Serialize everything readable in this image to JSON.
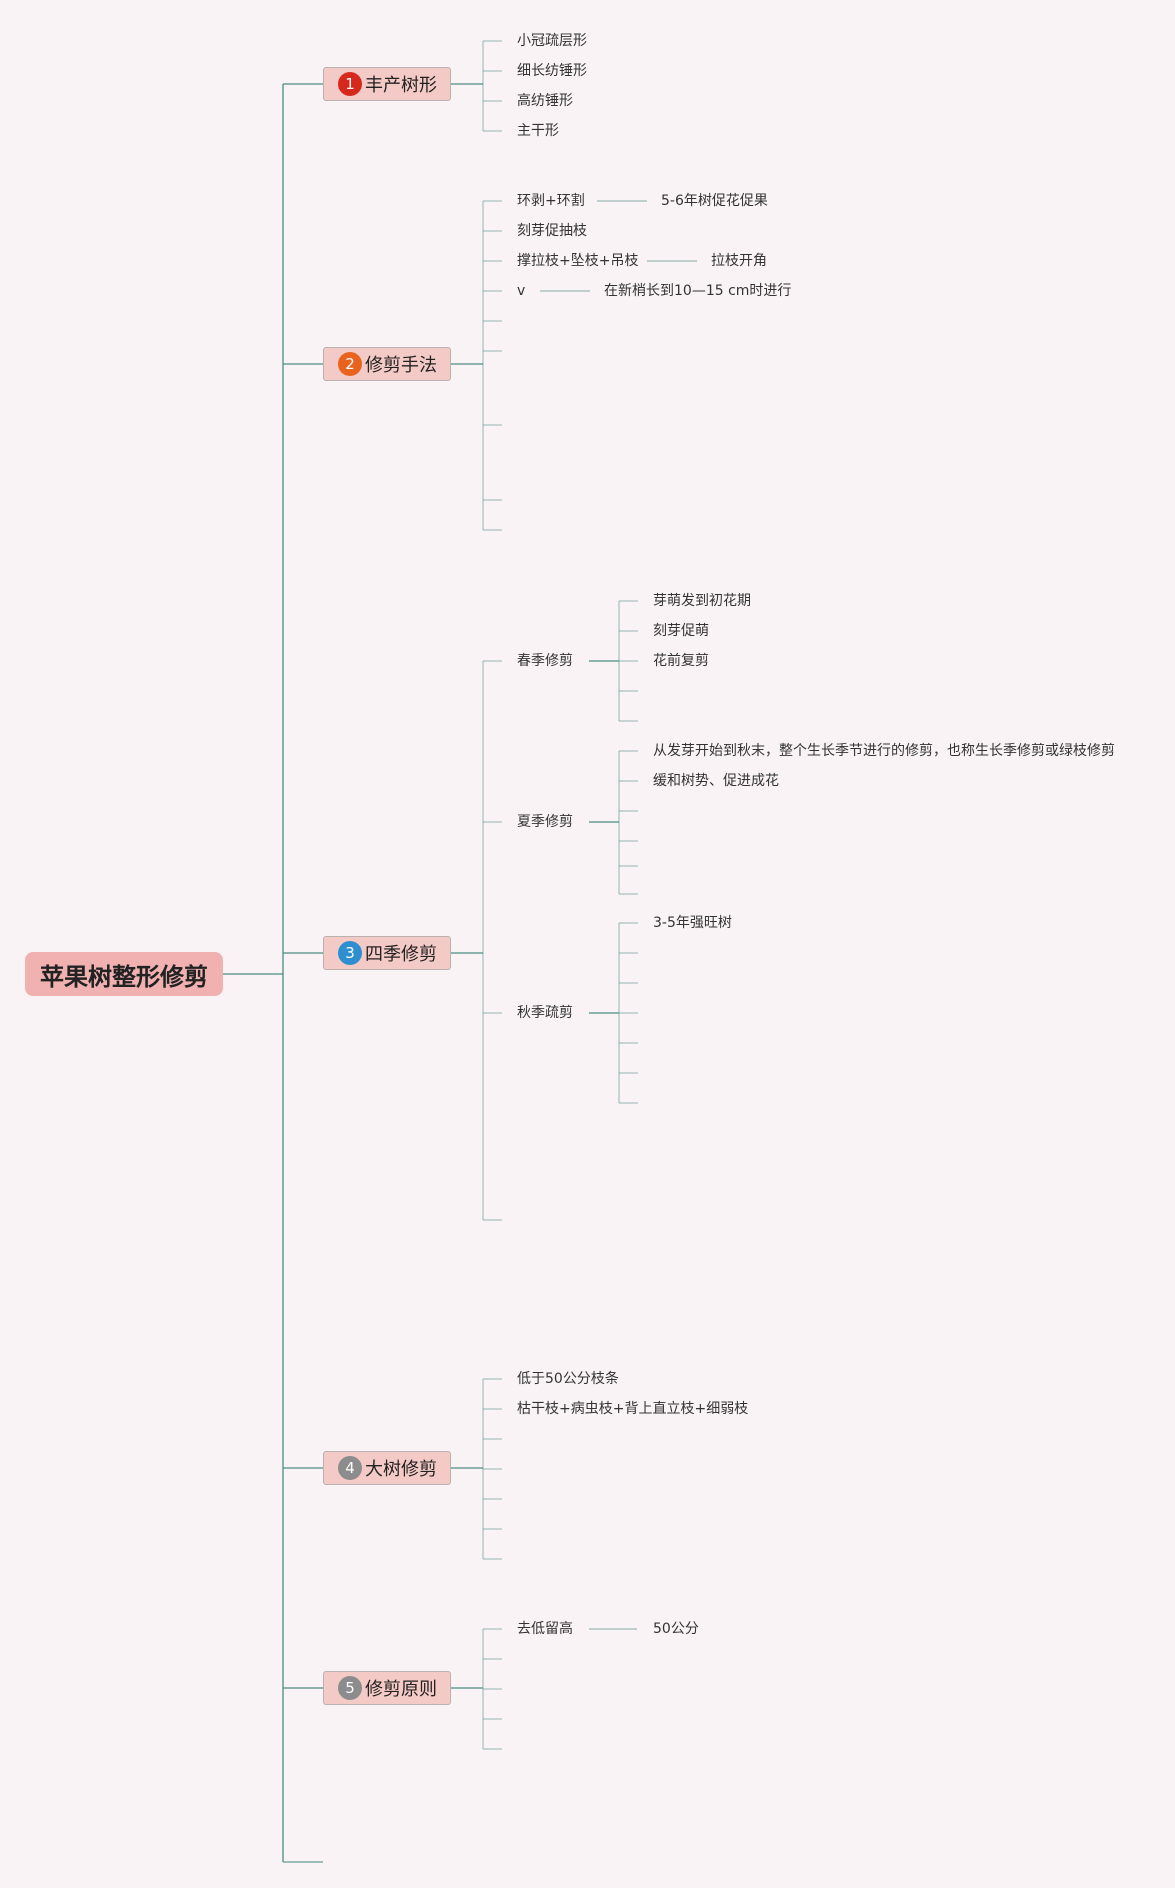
{
  "root": {
    "label": "苹果树整形修剪"
  },
  "branches": [
    {
      "label": "丰产树形",
      "num": "1",
      "color": "#d7281e"
    },
    {
      "label": "修剪手法",
      "num": "2",
      "color": "#e8641e"
    },
    {
      "label": "四季修剪",
      "num": "3",
      "color": "#2d8fd0"
    },
    {
      "label": "大树修剪",
      "num": "4",
      "color": "#8c8c8c"
    },
    {
      "label": "修剪原则",
      "num": "5",
      "color": "#8c8c8c"
    }
  ],
  "tree_shapes": [
    "小冠疏层形",
    "细长纺锤形",
    "高纺锤形",
    "主干形"
  ],
  "techniques": [
    {
      "label": "环剥+环割",
      "detail": "5-6年树促花促果"
    },
    {
      "label": "刻芽促抽枝"
    },
    {
      "label": "撑拉枝+坠枝+吊枝",
      "detail": "拉枝开角"
    },
    {
      "label": "v",
      "detail": "在新梢长到10—15 cm时进行"
    }
  ],
  "seasons": {
    "spring": {
      "label": "春季修剪",
      "items": [
        "芽萌发到初花期",
        "刻芽促萌",
        "花前复剪"
      ]
    },
    "summer": {
      "label": "夏季修剪",
      "items": [
        "从发芽开始到秋末，整个生长季节进行的修剪，也称生长季修剪或绿枝修剪",
        "缓和树势、促进成花"
      ]
    },
    "autumn": {
      "label": "秋季疏剪",
      "items": [
        "3-5年强旺树"
      ]
    }
  },
  "big_tree": [
    "低于50公分枝条",
    "枯干枝+病虫枝+背上直立枝+细弱枝"
  ],
  "principles": [
    {
      "label": "去低留高",
      "detail": "50公分"
    }
  ],
  "colors": {
    "line": "#4f8f84",
    "root_fill": "#f2b1b1",
    "branch_fill": "#f4cac6"
  }
}
